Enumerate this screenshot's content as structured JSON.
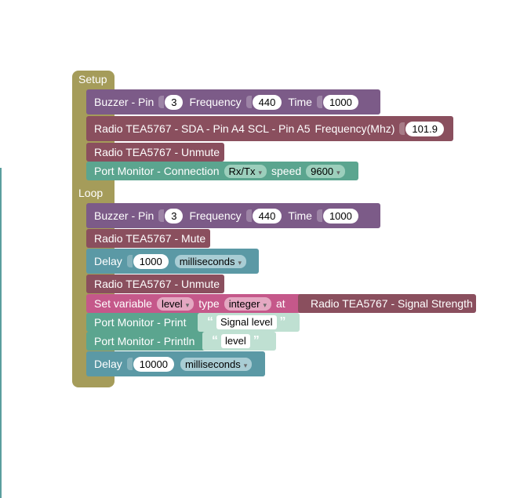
{
  "colors": {
    "frame": "#a59c5a",
    "buzzer": "#7c5b88",
    "radio": "#8a4f5e",
    "port": "#5ba58f",
    "delay": "#5b99a5",
    "setvar": "#c5588a",
    "portlight": "#6aab8f",
    "edge": "#5b9e9e"
  },
  "setup": {
    "label": "Setup",
    "buzzer": {
      "label": "Buzzer - Pin",
      "pin": "3",
      "freq_label": "Frequency",
      "freq": "440",
      "time_label": "Time",
      "time": "1000"
    },
    "radio_init": {
      "label": "Radio TEA5767 - SDA - Pin A4 SCL - Pin A5",
      "freq_label": "Frequency(Mhz)",
      "freq": "101.9"
    },
    "unmute": {
      "label": "Radio TEA5767 - Unmute"
    },
    "port_conn": {
      "label": "Port Monitor - Connection",
      "mode": "Rx/Tx",
      "speed_label": "speed",
      "speed": "9600"
    }
  },
  "loop": {
    "label": "Loop",
    "buzzer": {
      "label": "Buzzer - Pin",
      "pin": "3",
      "freq_label": "Frequency",
      "freq": "440",
      "time_label": "Time",
      "time": "1000"
    },
    "mute": {
      "label": "Radio TEA5767 - Mute"
    },
    "delay1": {
      "label": "Delay",
      "value": "1000",
      "unit": "milliseconds"
    },
    "unmute": {
      "label": "Radio TEA5767 - Unmute"
    },
    "setvar": {
      "label": "Set variable",
      "var": "level",
      "type_label": "type",
      "type": "integer",
      "at_label": "at",
      "value": "Radio TEA5767 - Signal Strength"
    },
    "print": {
      "label": "Port Monitor - Print",
      "text": "Signal level"
    },
    "println": {
      "label": "Port Monitor - Println",
      "var": "level"
    },
    "delay2": {
      "label": "Delay",
      "value": "10000",
      "unit": "milliseconds"
    }
  },
  "glyphs": {
    "arrow": "▾",
    "q_open": "“",
    "q_close": "”"
  }
}
